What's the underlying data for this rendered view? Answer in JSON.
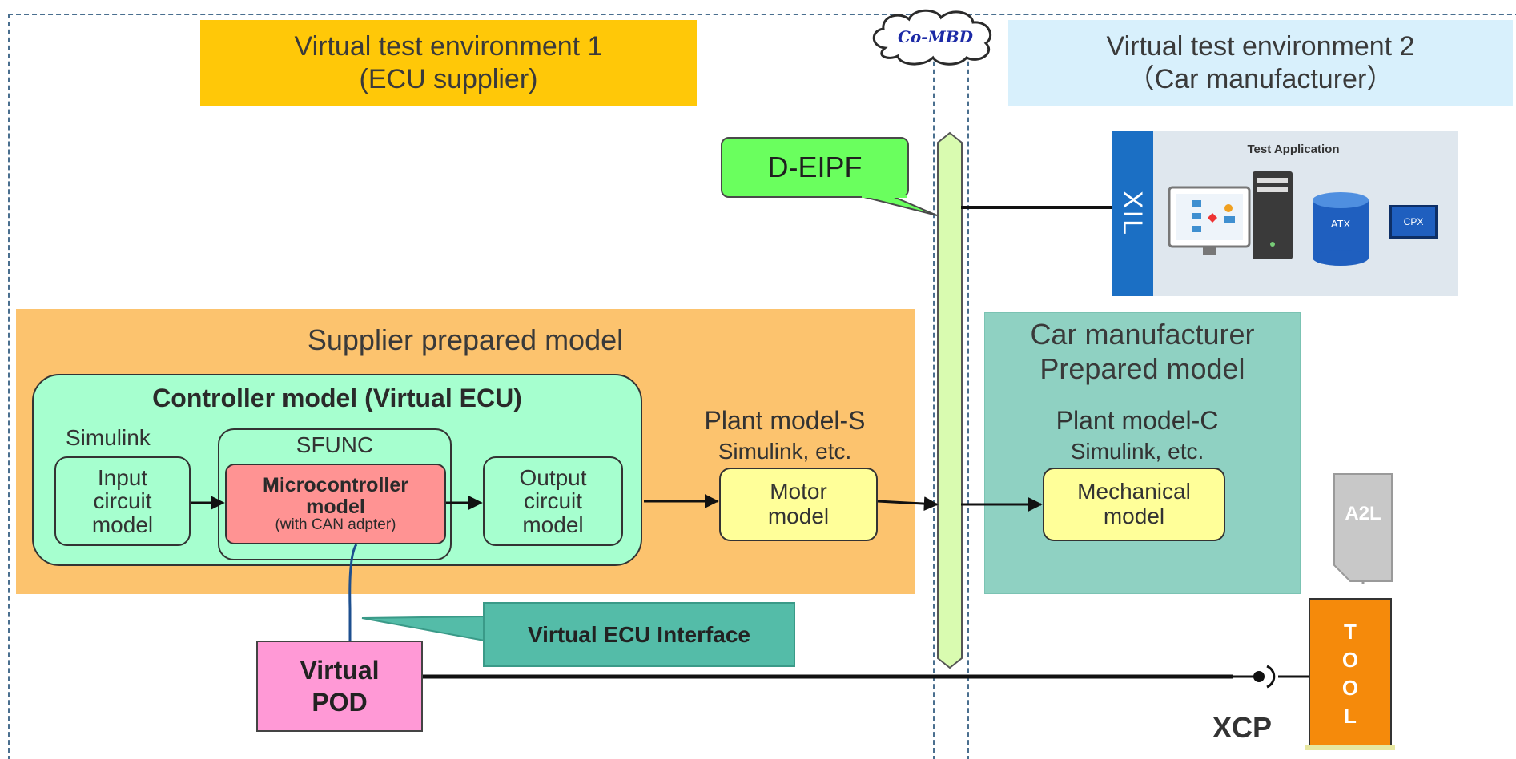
{
  "env1": {
    "title_line1": "Virtual test environment 1",
    "title_line2": "(ECU supplier)"
  },
  "env2": {
    "title_line1": "Virtual test environment 2",
    "title_line2": "（Car manufacturer）"
  },
  "cloud": {
    "label": "Co-MBD"
  },
  "dei_bubble": {
    "label": "D-EIPF"
  },
  "xil_panel": {
    "side_label": "XIL",
    "app_label": "Test Application",
    "atx_label": "ATX",
    "cpx_label": "CPX"
  },
  "supplier": {
    "title": "Supplier prepared model",
    "controller": {
      "title": "Controller model (Virtual ECU)",
      "simulink_label": "Simulink",
      "sfunc_label": "SFUNC",
      "input_box": [
        "Input",
        "circuit",
        "model"
      ],
      "micro_box": {
        "line1": "Microcontroller",
        "line2": "model",
        "line3": "(with CAN adpter)"
      },
      "output_box": [
        "Output",
        "circuit",
        "model"
      ]
    },
    "plant": {
      "title": "Plant model-S",
      "subtitle": "Simulink, etc.",
      "box": [
        "Motor",
        "model"
      ]
    }
  },
  "car": {
    "title_line1": "Car manufacturer",
    "title_line2": "Prepared model",
    "plant": {
      "title": "Plant model-C",
      "subtitle": "Simulink, etc.",
      "box": [
        "Mechanical",
        "model"
      ]
    }
  },
  "vei": {
    "label": "Virtual ECU Interface"
  },
  "vpod": {
    "line1": "Virtual",
    "line2": "POD"
  },
  "a2l": {
    "label": "A2L"
  },
  "tool": {
    "letters": [
      "T",
      "O",
      "O",
      "L"
    ]
  },
  "xcp": {
    "label": "XCP"
  },
  "colors": {
    "env1_title_bg": "#ffc808",
    "env2_title_bg": "#d8f0fc",
    "supplier_bg": "#fcc36e",
    "car_bg": "#8fd1c2",
    "controller_bg": "#a6ffcf",
    "micro_bg": "#ff9393",
    "plant_box_bg": "#ffff99",
    "dei_bg": "#6aff5e",
    "vei_bg": "#54bca8",
    "bus_bg": "#d9fbb0",
    "vpod_bg": "#ff99d6",
    "tool_bg": "#f58a0b",
    "xil_blue": "#1b6fc4"
  }
}
